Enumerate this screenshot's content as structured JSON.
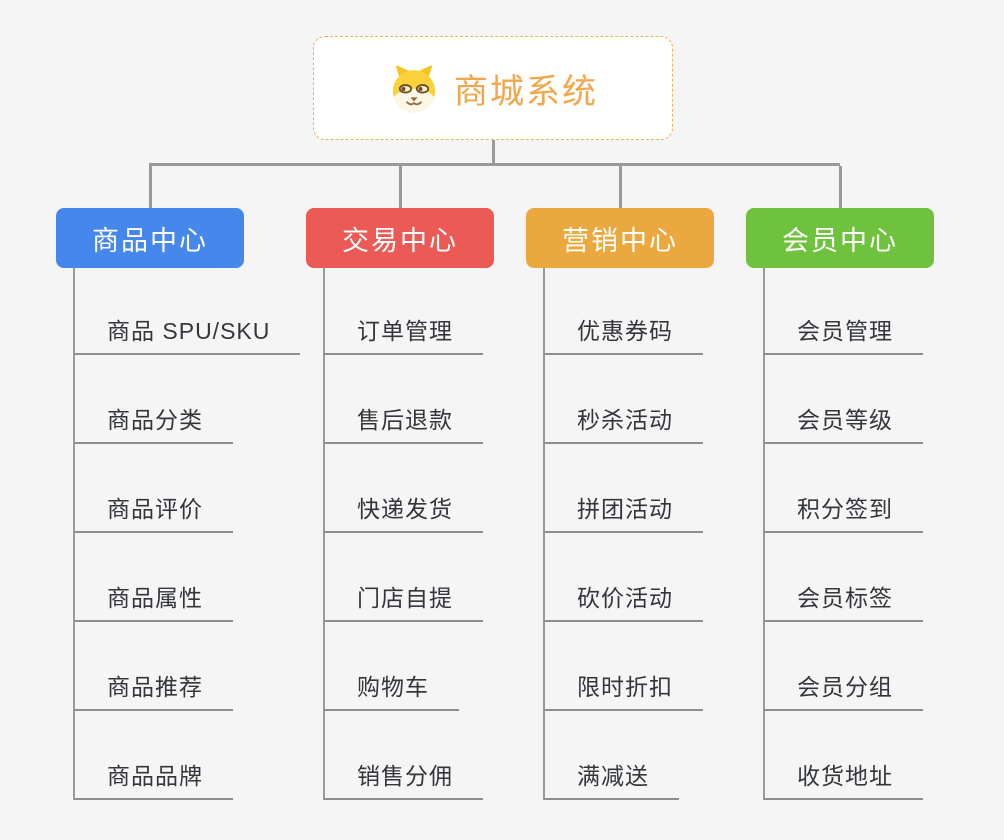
{
  "root": {
    "title": "商城系统",
    "icon": "dog-face-icon",
    "title_color": "#f0a64a",
    "border_color": "#ecb35f"
  },
  "branches": [
    {
      "label": "商品中心",
      "color": "#4587eb",
      "items": [
        "商品 SPU/SKU",
        "商品分类",
        "商品评价",
        "商品属性",
        "商品推荐",
        "商品品牌"
      ]
    },
    {
      "label": "交易中心",
      "color": "#eb5a55",
      "items": [
        "订单管理",
        "售后退款",
        "快递发货",
        "门店自提",
        "购物车",
        "销售分佣"
      ]
    },
    {
      "label": "营销中心",
      "color": "#eaa83f",
      "items": [
        "优惠券码",
        "秒杀活动",
        "拼团活动",
        "砍价活动",
        "限时折扣",
        "满减送"
      ]
    },
    {
      "label": "会员中心",
      "color": "#6fc23d",
      "items": [
        "会员管理",
        "会员等级",
        "积分签到",
        "会员标签",
        "会员分组",
        "收货地址"
      ]
    }
  ],
  "styles": {
    "background": "#f5f5f6",
    "connector_color": "#9a9a9a",
    "underline_color": "#8e8e8e",
    "item_text_color": "#33363b"
  }
}
